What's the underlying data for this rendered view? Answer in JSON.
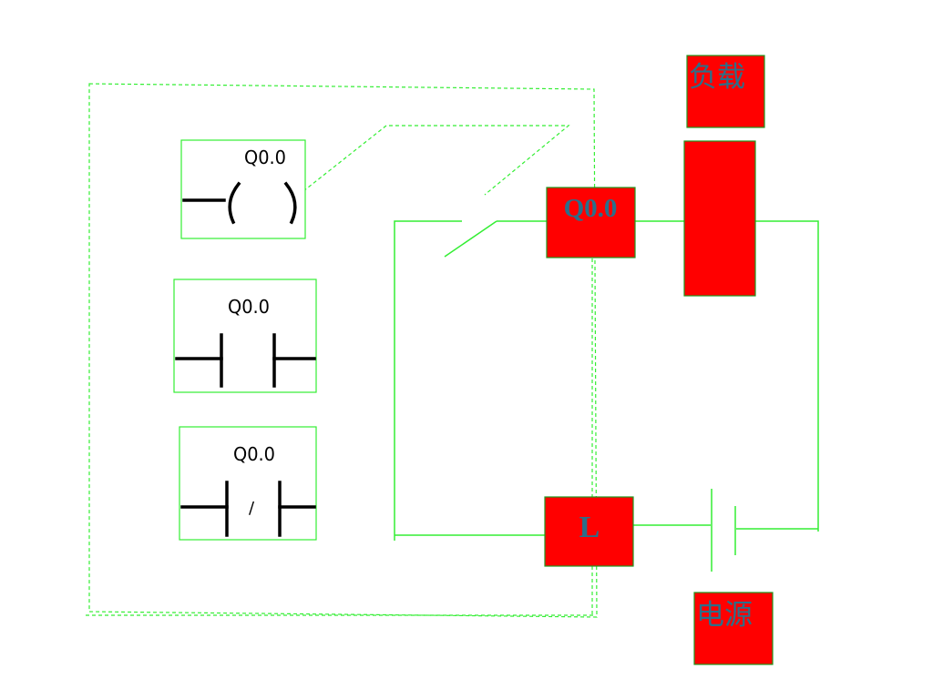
{
  "ladder_symbols": {
    "output_coil": {
      "address": "Q0.0"
    },
    "no_contact": {
      "address": "Q0.0"
    },
    "nc_contact": {
      "address": "Q0.0",
      "slash": "/"
    }
  },
  "circuit": {
    "relay_label": "Q0.0",
    "l_label": "L",
    "load_label": "负载",
    "power_label": "电源"
  },
  "colors": {
    "wire": "#33ee33",
    "box_fill": "#ff0000",
    "label_text": "#2b6f8a"
  }
}
